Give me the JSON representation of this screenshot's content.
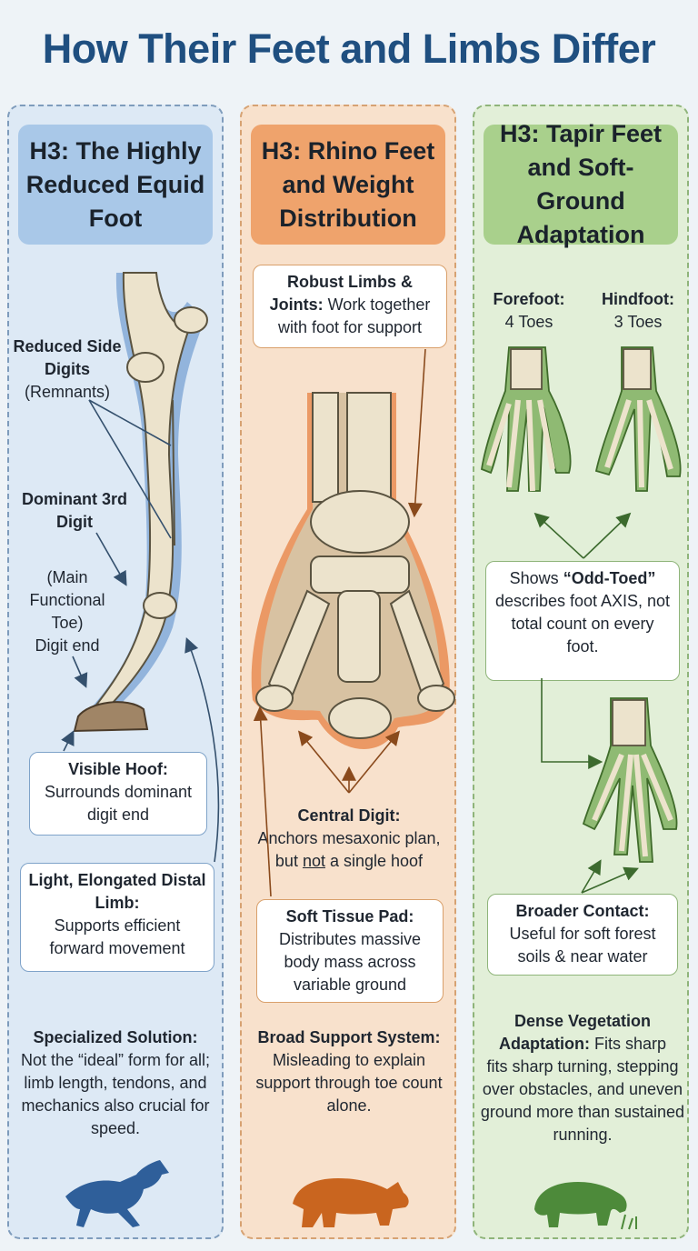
{
  "title": "How Their Feet and Limbs Differ",
  "horse": {
    "heading": "H3: The Highly Reduced Equid Foot",
    "side_digits_bold": "Reduced Side Digits",
    "side_digits_note": "(Remnants)",
    "dominant_bold": "Dominant 3rd Digit",
    "dominant_note": "(Main Functional Toe)",
    "digit_end": "Digit end",
    "hoof_bold": "Visible Hoof:",
    "hoof_text": "Surrounds dominant digit end",
    "distal_bold": "Light, Elongated Distal Limb:",
    "distal_text": "Supports efficient forward movement",
    "footer_bold": "Specialized Solution:",
    "footer_text": "Not the “ideal” form for all; limb length, tendons, and mechanics also crucial for speed.",
    "silhouette": "horse-icon",
    "color": "#2f5f9a"
  },
  "rhino": {
    "heading": "H3: Rhino Feet and Weight Distribution",
    "limbs_bold": "Robust Limbs & Joints:",
    "limbs_text": "Work together with foot for support",
    "central_bold": "Central Digit:",
    "central_text_a": "Anchors mesaxonic plan,",
    "central_text_b1": "but ",
    "central_text_not": "not",
    "central_text_b2": " a single hoof",
    "pad_bold": "Soft Tissue Pad:",
    "pad_text": "Distributes massive body mass across variable ground",
    "footer_bold": "Broad Support System:",
    "footer_text": "Misleading to explain support through toe count alone.",
    "silhouette": "rhino-icon",
    "color": "#c9651f"
  },
  "tapir": {
    "heading": "H3: Tapir Feet and Soft-Ground Adaptation",
    "fore_bold": "Forefoot:",
    "fore_text": "4 Toes",
    "hind_bold": "Hindfoot:",
    "hind_text": "3 Toes",
    "shows_a": "Shows ",
    "shows_bold": "“Odd-Toed”",
    "shows_b": "describes foot AXIS, not total count on every foot.",
    "broad_bold": "Broader Contact:",
    "broad_text": "Useful for soft forest soils & near water",
    "footer_bold": "Dense Vegetation Adaptation:",
    "footer_text_a": "Fits sharp",
    "footer_text_b": "fits sharp turning, stepping over obstacles, and uneven ground more than sustained running.",
    "silhouette": "tapir-icon",
    "color": "#4d8a3a"
  }
}
